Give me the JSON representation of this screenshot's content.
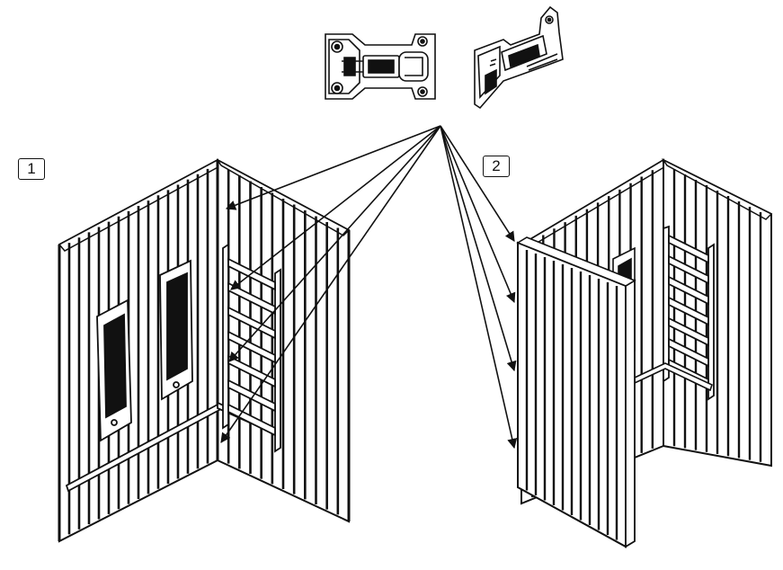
{
  "steps": [
    {
      "label": "1"
    },
    {
      "label": "2"
    }
  ],
  "parts": {
    "hinge_front_icon": "cabinet-hinge-front-view",
    "hinge_side_icon": "cabinet-hinge-perspective-view"
  },
  "colors": {
    "line": "#111111",
    "panel": "#ffffff",
    "fill": "#000000"
  },
  "hinge_count": 4
}
